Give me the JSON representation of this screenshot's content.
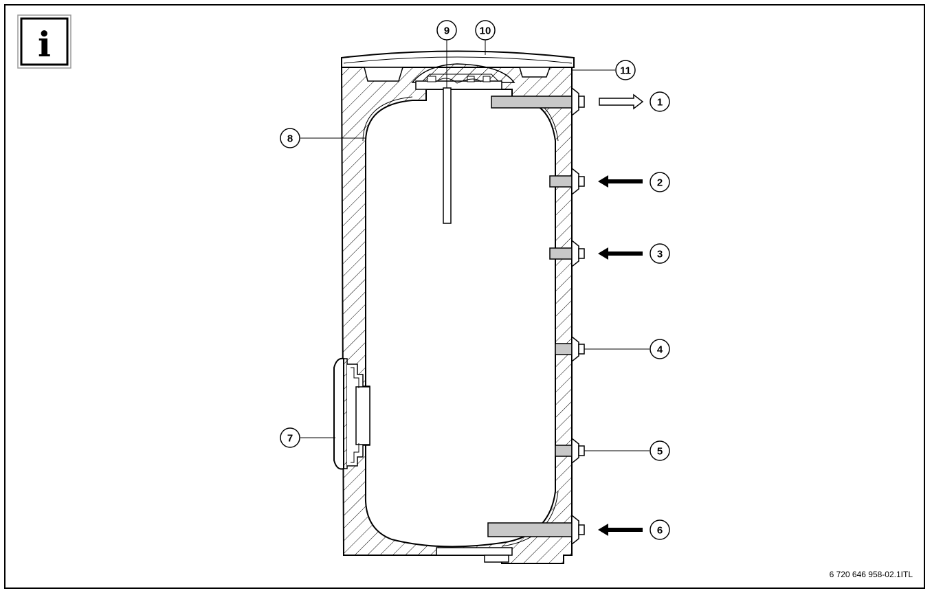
{
  "info_icon": {
    "glyph": "i",
    "icon": "info-icon"
  },
  "callouts": {
    "c1": "1",
    "c2": "2",
    "c3": "3",
    "c4": "4",
    "c5": "5",
    "c6": "6",
    "c7": "7",
    "c8": "8",
    "c9": "9",
    "c10": "10",
    "c11": "11"
  },
  "reference": "6 720 646 958-02.1ITL",
  "colors": {
    "line": "#000000",
    "connection_fill": "#c8c8c8",
    "background": "#ffffff"
  }
}
